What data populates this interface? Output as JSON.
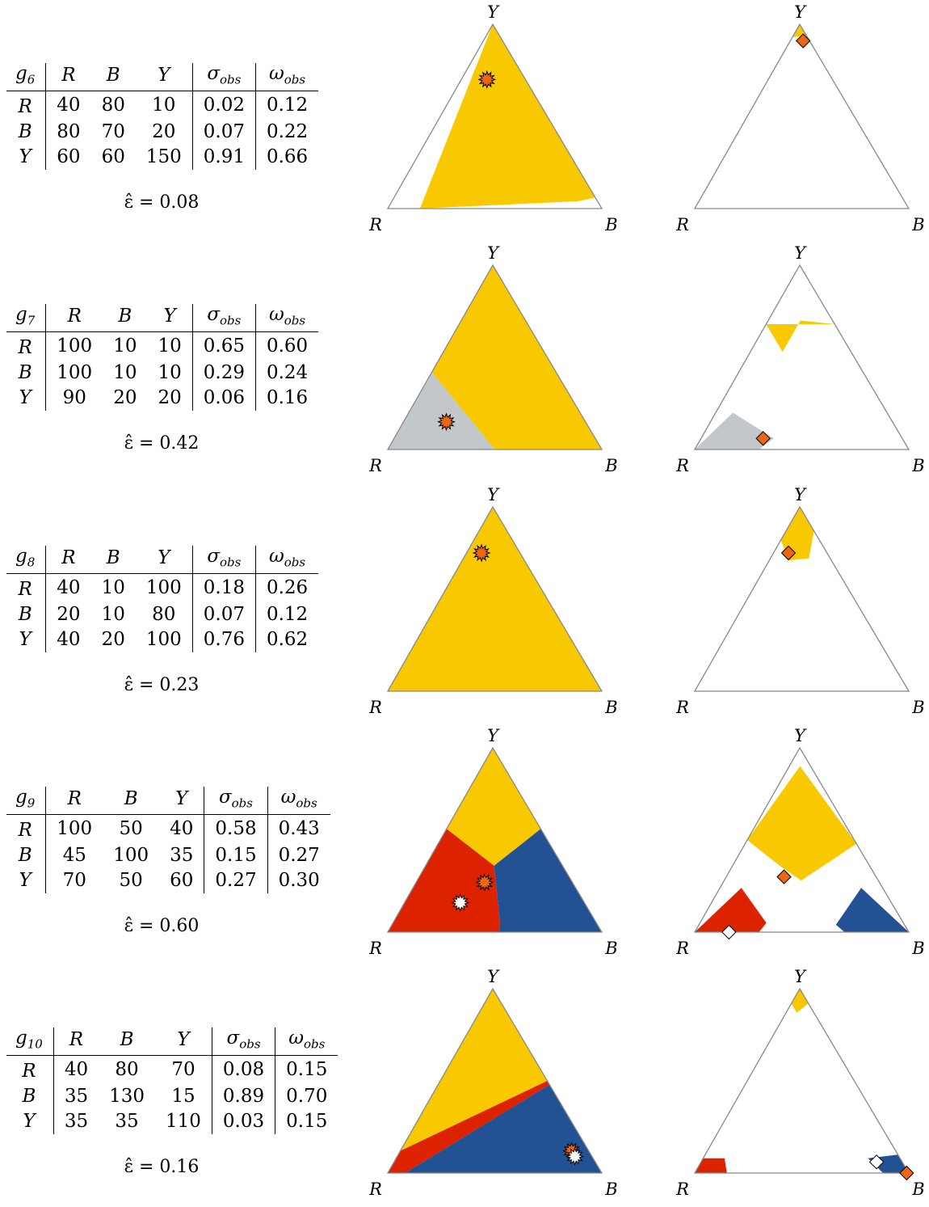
{
  "games": [
    {
      "id": "g6",
      "name_main": "g",
      "name_sub": "6",
      "headers": [
        "R",
        "B",
        "Y",
        "σ",
        "ω"
      ],
      "sub_obs": "obs",
      "rows": [
        {
          "label": "R",
          "vals": [
            "40",
            "80",
            "10"
          ],
          "sigma": "0.02",
          "omega": "0.12"
        },
        {
          "label": "B",
          "vals": [
            "80",
            "70",
            "20"
          ],
          "sigma": "0.07",
          "omega": "0.22"
        },
        {
          "label": "Y",
          "vals": [
            "60",
            "60",
            "150"
          ],
          "sigma": "0.91",
          "omega": "0.66"
        }
      ],
      "epsilon": "ε̂ = 0.08",
      "left_regions": [
        {
          "color": "#f8c800",
          "points": [
            [
              0.85,
              0.15,
              0.0
            ],
            [
              0.0,
              0.0,
              1.0
            ],
            [
              0.0,
              0.94,
              0.06
            ],
            [
              0.09,
              0.87,
              0.04
            ]
          ]
        }
      ],
      "left_markers": [
        {
          "kind": "star",
          "color": "#ee6611",
          "bary": [
            0.18,
            0.12,
            0.7
          ]
        }
      ],
      "right_regions": [
        {
          "color": "#f8c800",
          "points": [
            [
              0.0,
              0.0,
              1.0
            ],
            [
              0.07,
              0.0,
              0.93
            ],
            [
              0.0,
              0.06,
              0.94
            ]
          ]
        }
      ],
      "right_markers": [
        {
          "kind": "diamond",
          "color": "#ee6611",
          "bary": [
            0.03,
            0.06,
            0.91
          ]
        }
      ]
    },
    {
      "id": "g7",
      "name_main": "g",
      "name_sub": "7",
      "headers": [
        "R",
        "B",
        "Y",
        "σ",
        "ω"
      ],
      "sub_obs": "obs",
      "rows": [
        {
          "label": "R",
          "vals": [
            "100",
            "10",
            "10"
          ],
          "sigma": "0.65",
          "omega": "0.60"
        },
        {
          "label": "B",
          "vals": [
            "100",
            "10",
            "10"
          ],
          "sigma": "0.29",
          "omega": "0.24"
        },
        {
          "label": "Y",
          "vals": [
            "90",
            "20",
            "20"
          ],
          "sigma": "0.06",
          "omega": "0.16"
        }
      ],
      "epsilon": "ε̂ = 0.42",
      "left_regions": [
        {
          "color": "#c2c7c9",
          "points": [
            [
              1.0,
              0.0,
              0.0
            ],
            [
              0.5,
              0.5,
              0.0
            ],
            [
              0.58,
              0.0,
              0.42
            ]
          ]
        },
        {
          "color": "#f8c800",
          "points": [
            [
              0.5,
              0.5,
              0.0
            ],
            [
              0.0,
              1.0,
              0.0
            ],
            [
              0.0,
              0.0,
              1.0
            ],
            [
              0.58,
              0.0,
              0.42
            ]
          ]
        }
      ],
      "left_markers": [
        {
          "kind": "star",
          "color": "#ee6611",
          "bary": [
            0.65,
            0.2,
            0.15
          ]
        }
      ],
      "right_regions": [
        {
          "color": "#c2c7c9",
          "points": [
            [
              1.0,
              0.0,
              0.0
            ],
            [
              0.7,
              0.3,
              0.0
            ],
            [
              0.6,
              0.34,
              0.06
            ],
            [
              0.72,
              0.08,
              0.2
            ]
          ]
        },
        {
          "color": "#f8c800",
          "points": [
            [
              0.32,
              0.0,
              0.68
            ],
            [
              0.0,
              0.32,
              0.68
            ],
            [
              0.15,
              0.15,
              0.7
            ],
            [
              0.32,
              0.15,
              0.53
            ]
          ]
        }
      ],
      "right_markers": [
        {
          "kind": "diamond",
          "color": "#ee6611",
          "bary": [
            0.65,
            0.29,
            0.06
          ]
        }
      ]
    },
    {
      "id": "g8",
      "name_main": "g",
      "name_sub": "8",
      "headers": [
        "R",
        "B",
        "Y",
        "σ",
        "ω"
      ],
      "sub_obs": "obs",
      "rows": [
        {
          "label": "R",
          "vals": [
            "40",
            "10",
            "100"
          ],
          "sigma": "0.18",
          "omega": "0.26"
        },
        {
          "label": "B",
          "vals": [
            "20",
            "10",
            "80"
          ],
          "sigma": "0.07",
          "omega": "0.12"
        },
        {
          "label": "Y",
          "vals": [
            "40",
            "20",
            "100"
          ],
          "sigma": "0.76",
          "omega": "0.62"
        }
      ],
      "epsilon": "ε̂ = 0.23",
      "left_regions": [
        {
          "color": "#f8c800",
          "points": [
            [
              1.0,
              0.0,
              0.0
            ],
            [
              0.0,
              1.0,
              0.0
            ],
            [
              0.0,
              0.0,
              1.0
            ]
          ]
        }
      ],
      "left_markers": [
        {
          "kind": "star",
          "color": "#ee6611",
          "bary": [
            0.18,
            0.07,
            0.75
          ]
        }
      ],
      "right_regions": [
        {
          "color": "#f8c800",
          "points": [
            [
              0.0,
              0.0,
              1.0
            ],
            [
              0.18,
              0.0,
              0.82
            ],
            [
              0.2,
              0.09,
              0.71
            ],
            [
              0.1,
              0.18,
              0.72
            ],
            [
              0.0,
              0.13,
              0.87
            ]
          ]
        }
      ],
      "right_markers": [
        {
          "kind": "diamond",
          "color": "#ee6611",
          "bary": [
            0.18,
            0.07,
            0.75
          ]
        }
      ]
    },
    {
      "id": "g9",
      "name_main": "g",
      "name_sub": "9",
      "headers": [
        "R",
        "B",
        "Y",
        "σ",
        "ω"
      ],
      "sub_obs": "obs",
      "rows": [
        {
          "label": "R",
          "vals": [
            "100",
            "50",
            "40"
          ],
          "sigma": "0.58",
          "omega": "0.43"
        },
        {
          "label": "B",
          "vals": [
            "45",
            "100",
            "35"
          ],
          "sigma": "0.15",
          "omega": "0.27"
        },
        {
          "label": "Y",
          "vals": [
            "70",
            "50",
            "60"
          ],
          "sigma": "0.27",
          "omega": "0.30"
        }
      ],
      "epsilon": "ε̂ = 0.60",
      "left_regions": [
        {
          "color": "#f8c800",
          "points": [
            [
              0.0,
              0.0,
              1.0
            ],
            [
              0.44,
              0.0,
              0.56
            ],
            [
              0.32,
              0.32,
              0.36
            ],
            [
              0.0,
              0.44,
              0.56
            ]
          ]
        },
        {
          "color": "#dd2200",
          "points": [
            [
              1.0,
              0.0,
              0.0
            ],
            [
              0.48,
              0.52,
              0.0
            ],
            [
              0.45,
              0.5,
              0.05
            ],
            [
              0.32,
              0.32,
              0.36
            ],
            [
              0.44,
              0.0,
              0.56
            ]
          ]
        },
        {
          "color": "#225294",
          "points": [
            [
              0.48,
              0.52,
              0.0
            ],
            [
              0.0,
              1.0,
              0.0
            ],
            [
              0.0,
              0.44,
              0.56
            ],
            [
              0.32,
              0.32,
              0.36
            ],
            [
              0.45,
              0.5,
              0.05
            ]
          ]
        }
      ],
      "left_markers": [
        {
          "kind": "star",
          "color": "#ee6611",
          "bary": [
            0.41,
            0.32,
            0.27
          ]
        },
        {
          "kind": "star",
          "color": "#ffffff",
          "bary": [
            0.58,
            0.26,
            0.16
          ]
        }
      ],
      "right_regions": [
        {
          "color": "#f8c800",
          "points": [
            [
              0.05,
              0.05,
              0.9
            ],
            [
              0.5,
              0.0,
              0.5
            ],
            [
              0.42,
              0.22,
              0.36
            ],
            [
              0.36,
              0.36,
              0.28
            ],
            [
              0.0,
              0.52,
              0.48
            ]
          ]
        },
        {
          "color": "#dd2200",
          "points": [
            [
              1.0,
              0.0,
              0.0
            ],
            [
              0.7,
              0.3,
              0.0
            ],
            [
              0.64,
              0.31,
              0.05
            ],
            [
              0.66,
              0.1,
              0.24
            ]
          ]
        },
        {
          "color": "#225294",
          "points": [
            [
              0.0,
              1.0,
              0.0
            ],
            [
              0.3,
              0.7,
              0.0
            ],
            [
              0.32,
              0.64,
              0.04
            ],
            [
              0.1,
              0.66,
              0.24
            ]
          ]
        }
      ],
      "right_markers": [
        {
          "kind": "diamond",
          "color": "#ee6611",
          "bary": [
            0.43,
            0.27,
            0.3
          ]
        },
        {
          "kind": "diamond",
          "color": "#ffffff",
          "bary": [
            0.84,
            0.16,
            0.0
          ]
        }
      ]
    },
    {
      "id": "g10",
      "name_main": "g",
      "name_sub": "10",
      "headers": [
        "R",
        "B",
        "Y",
        "σ",
        "ω"
      ],
      "sub_obs": "obs",
      "rows": [
        {
          "label": "R",
          "vals": [
            "40",
            "80",
            "70"
          ],
          "sigma": "0.08",
          "omega": "0.15"
        },
        {
          "label": "B",
          "vals": [
            "35",
            "130",
            "15"
          ],
          "sigma": "0.89",
          "omega": "0.70"
        },
        {
          "label": "Y",
          "vals": [
            "35",
            "35",
            "110"
          ],
          "sigma": "0.03",
          "omega": "0.15"
        }
      ],
      "epsilon": "ε̂ = 0.16",
      "left_regions": [
        {
          "color": "#f8c800",
          "points": [
            [
              0.0,
              0.0,
              1.0
            ],
            [
              0.88,
              0.0,
              0.12
            ],
            [
              0.4,
              0.35,
              0.25
            ],
            [
              0.0,
              0.5,
              0.5
            ]
          ]
        },
        {
          "color": "#dd2200",
          "points": [
            [
              1.0,
              0.0,
              0.0
            ],
            [
              0.92,
              0.08,
              0.0
            ],
            [
              0.0,
              0.52,
              0.48
            ],
            [
              0.0,
              0.5,
              0.5
            ],
            [
              0.88,
              0.0,
              0.12
            ]
          ]
        },
        {
          "color": "#225294",
          "points": [
            [
              0.92,
              0.08,
              0.0
            ],
            [
              0.0,
              1.0,
              0.0
            ],
            [
              0.0,
              0.52,
              0.48
            ]
          ]
        }
      ],
      "left_markers": [
        {
          "kind": "star",
          "color": "#ee6611",
          "bary": [
            0.08,
            0.8,
            0.12
          ]
        },
        {
          "kind": "star",
          "color": "#ffffff",
          "bary": [
            0.08,
            0.83,
            0.09
          ]
        }
      ],
      "right_regions": [
        {
          "color": "#f8c800",
          "points": [
            [
              0.0,
              0.0,
              1.0
            ],
            [
              0.08,
              0.0,
              0.92
            ],
            [
              0.08,
              0.05,
              0.87
            ],
            [
              0.0,
              0.08,
              0.92
            ]
          ]
        },
        {
          "color": "#dd2200",
          "points": [
            [
              1.0,
              0.0,
              0.0
            ],
            [
              0.85,
              0.15,
              0.0
            ],
            [
              0.82,
              0.1,
              0.08
            ],
            [
              0.92,
              0.0,
              0.08
            ]
          ]
        },
        {
          "color": "#225294",
          "points": [
            [
              0.0,
              1.0,
              0.0
            ],
            [
              0.12,
              0.88,
              0.0
            ],
            [
              0.15,
              0.77,
              0.08
            ],
            [
              0.0,
              0.9,
              0.1
            ]
          ]
        }
      ],
      "right_markers": [
        {
          "kind": "diamond",
          "color": "#ffffff",
          "bary": [
            0.12,
            0.82,
            0.06
          ]
        },
        {
          "kind": "diamond",
          "color": "#ee6611",
          "bary": [
            0.01,
            0.99,
            0.0
          ]
        }
      ]
    }
  ],
  "vertex_labels": {
    "top": "Y",
    "left": "R",
    "right": "B"
  }
}
